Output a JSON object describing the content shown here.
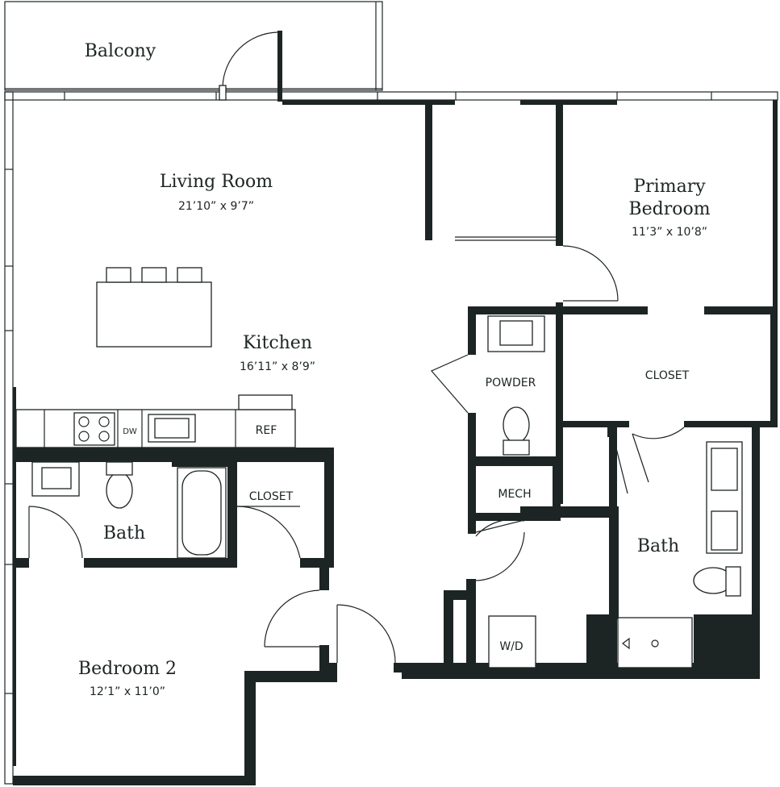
{
  "rooms": {
    "balcony": {
      "name": "Balcony"
    },
    "living": {
      "name": "Living Room",
      "dim": "21’10” x 9’7”"
    },
    "kitchen": {
      "name": "Kitchen",
      "dim": "16’11” x 8’9”"
    },
    "primary": {
      "name1": "Primary",
      "name2": "Bedroom",
      "dim": "11’3” x 10’8”"
    },
    "bath2": {
      "name": "Bath"
    },
    "bath1": {
      "name": "Bath"
    },
    "bedroom2": {
      "name": "Bedroom 2",
      "dim": "12’1” x 11’0”"
    }
  },
  "labels": {
    "powder": "POWDER",
    "closet_primary": "CLOSET",
    "closet_bed2": "CLOSET",
    "mech": "MECH",
    "wd": "W/D",
    "ref": "REF",
    "dw": "DW"
  },
  "colors": {
    "wall": "#1d2424",
    "background": "#ffffff"
  }
}
